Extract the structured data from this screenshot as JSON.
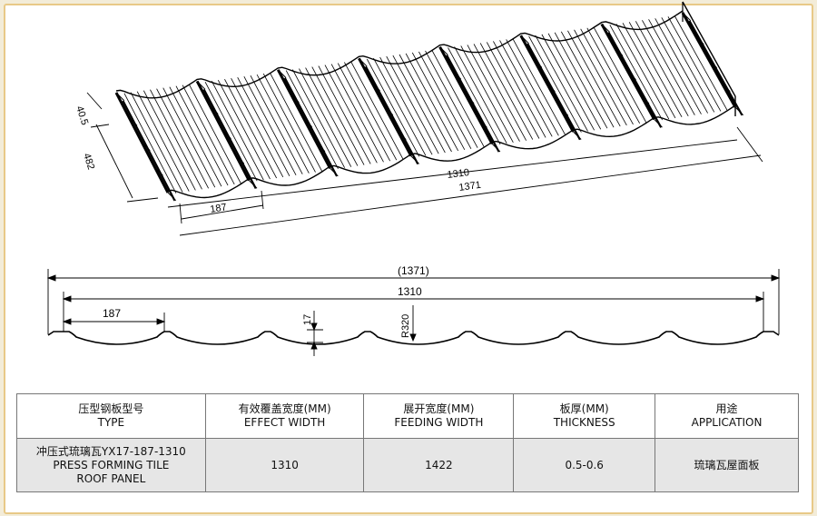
{
  "iso_drawing": {
    "dims": {
      "crest_height": "40.5",
      "length": "482",
      "pitch": "187",
      "effect_width": "1310",
      "feeding_width": "1371"
    }
  },
  "profile_drawing": {
    "dims": {
      "overall": "(1371)",
      "effect_width": "1310",
      "pitch": "187",
      "step_height": "17",
      "radius": "R320"
    }
  },
  "table": {
    "headers": [
      {
        "zh": "压型钢板型号",
        "en": "TYPE"
      },
      {
        "zh": "有效覆盖宽度(MM)",
        "en": "EFFECT WIDTH"
      },
      {
        "zh": "展开宽度(MM)",
        "en": "FEEDING WIDTH"
      },
      {
        "zh": "板厚(MM)",
        "en": "THICKNESS"
      },
      {
        "zh": "用途",
        "en": "APPLICATION"
      }
    ],
    "row": {
      "type_zh": "冲压式琉璃瓦YX17-187-1310",
      "type_en1": "PRESS FORMING TILE",
      "type_en2": "ROOF PANEL",
      "effect_width": "1310",
      "feeding_width": "1422",
      "thickness": "0.5-0.6",
      "application": "琉璃瓦屋面板"
    }
  }
}
